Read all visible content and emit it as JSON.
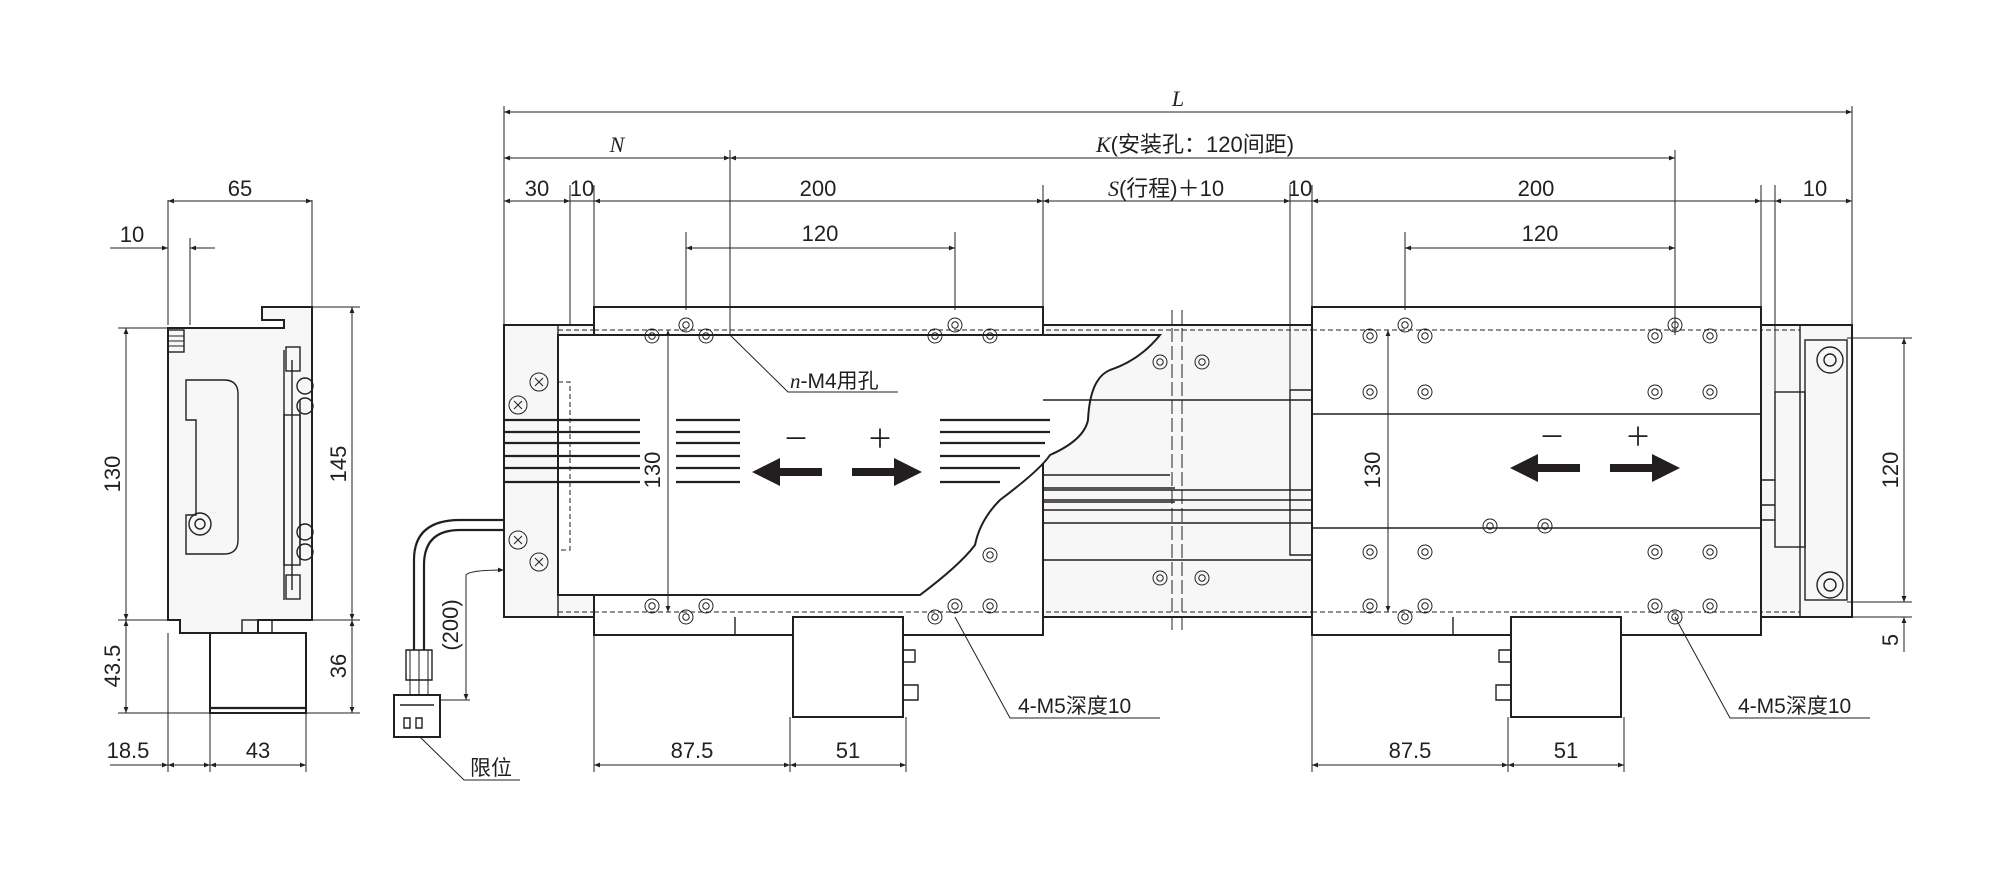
{
  "dimensions": {
    "L": "L",
    "N": "N",
    "K_letter": "K",
    "K_suffix": "(安装孔：120间距)",
    "S_letter": "S",
    "S_suffix": "(行程)＋10",
    "d30": "30",
    "d10_a": "10",
    "d200_a": "200",
    "d120_a": "120",
    "d10_b": "10",
    "d200_b": "200",
    "d10_c": "10",
    "d120_b": "120",
    "d130_a": "130",
    "d130_b": "130",
    "d120_side": "120",
    "d5": "5",
    "d87_a": "87.5",
    "d51_a": "51",
    "d87_b": "87.5",
    "d51_b": "51",
    "side_65": "65",
    "side_10": "10",
    "side_130": "130",
    "side_145": "145",
    "side_43_5": "43.5",
    "side_36": "36",
    "side_18_5": "18.5",
    "side_43": "43",
    "cable_200": "(200)"
  },
  "notes": {
    "hole_n_letter": "n",
    "hole_n_suffix": "-M4用孔",
    "hole_m5_a": "4-M5深度10",
    "hole_m5_b": "4-M5深度10",
    "limit": "限位"
  },
  "direction_signs": {
    "minus": "－",
    "plus": "＋"
  }
}
